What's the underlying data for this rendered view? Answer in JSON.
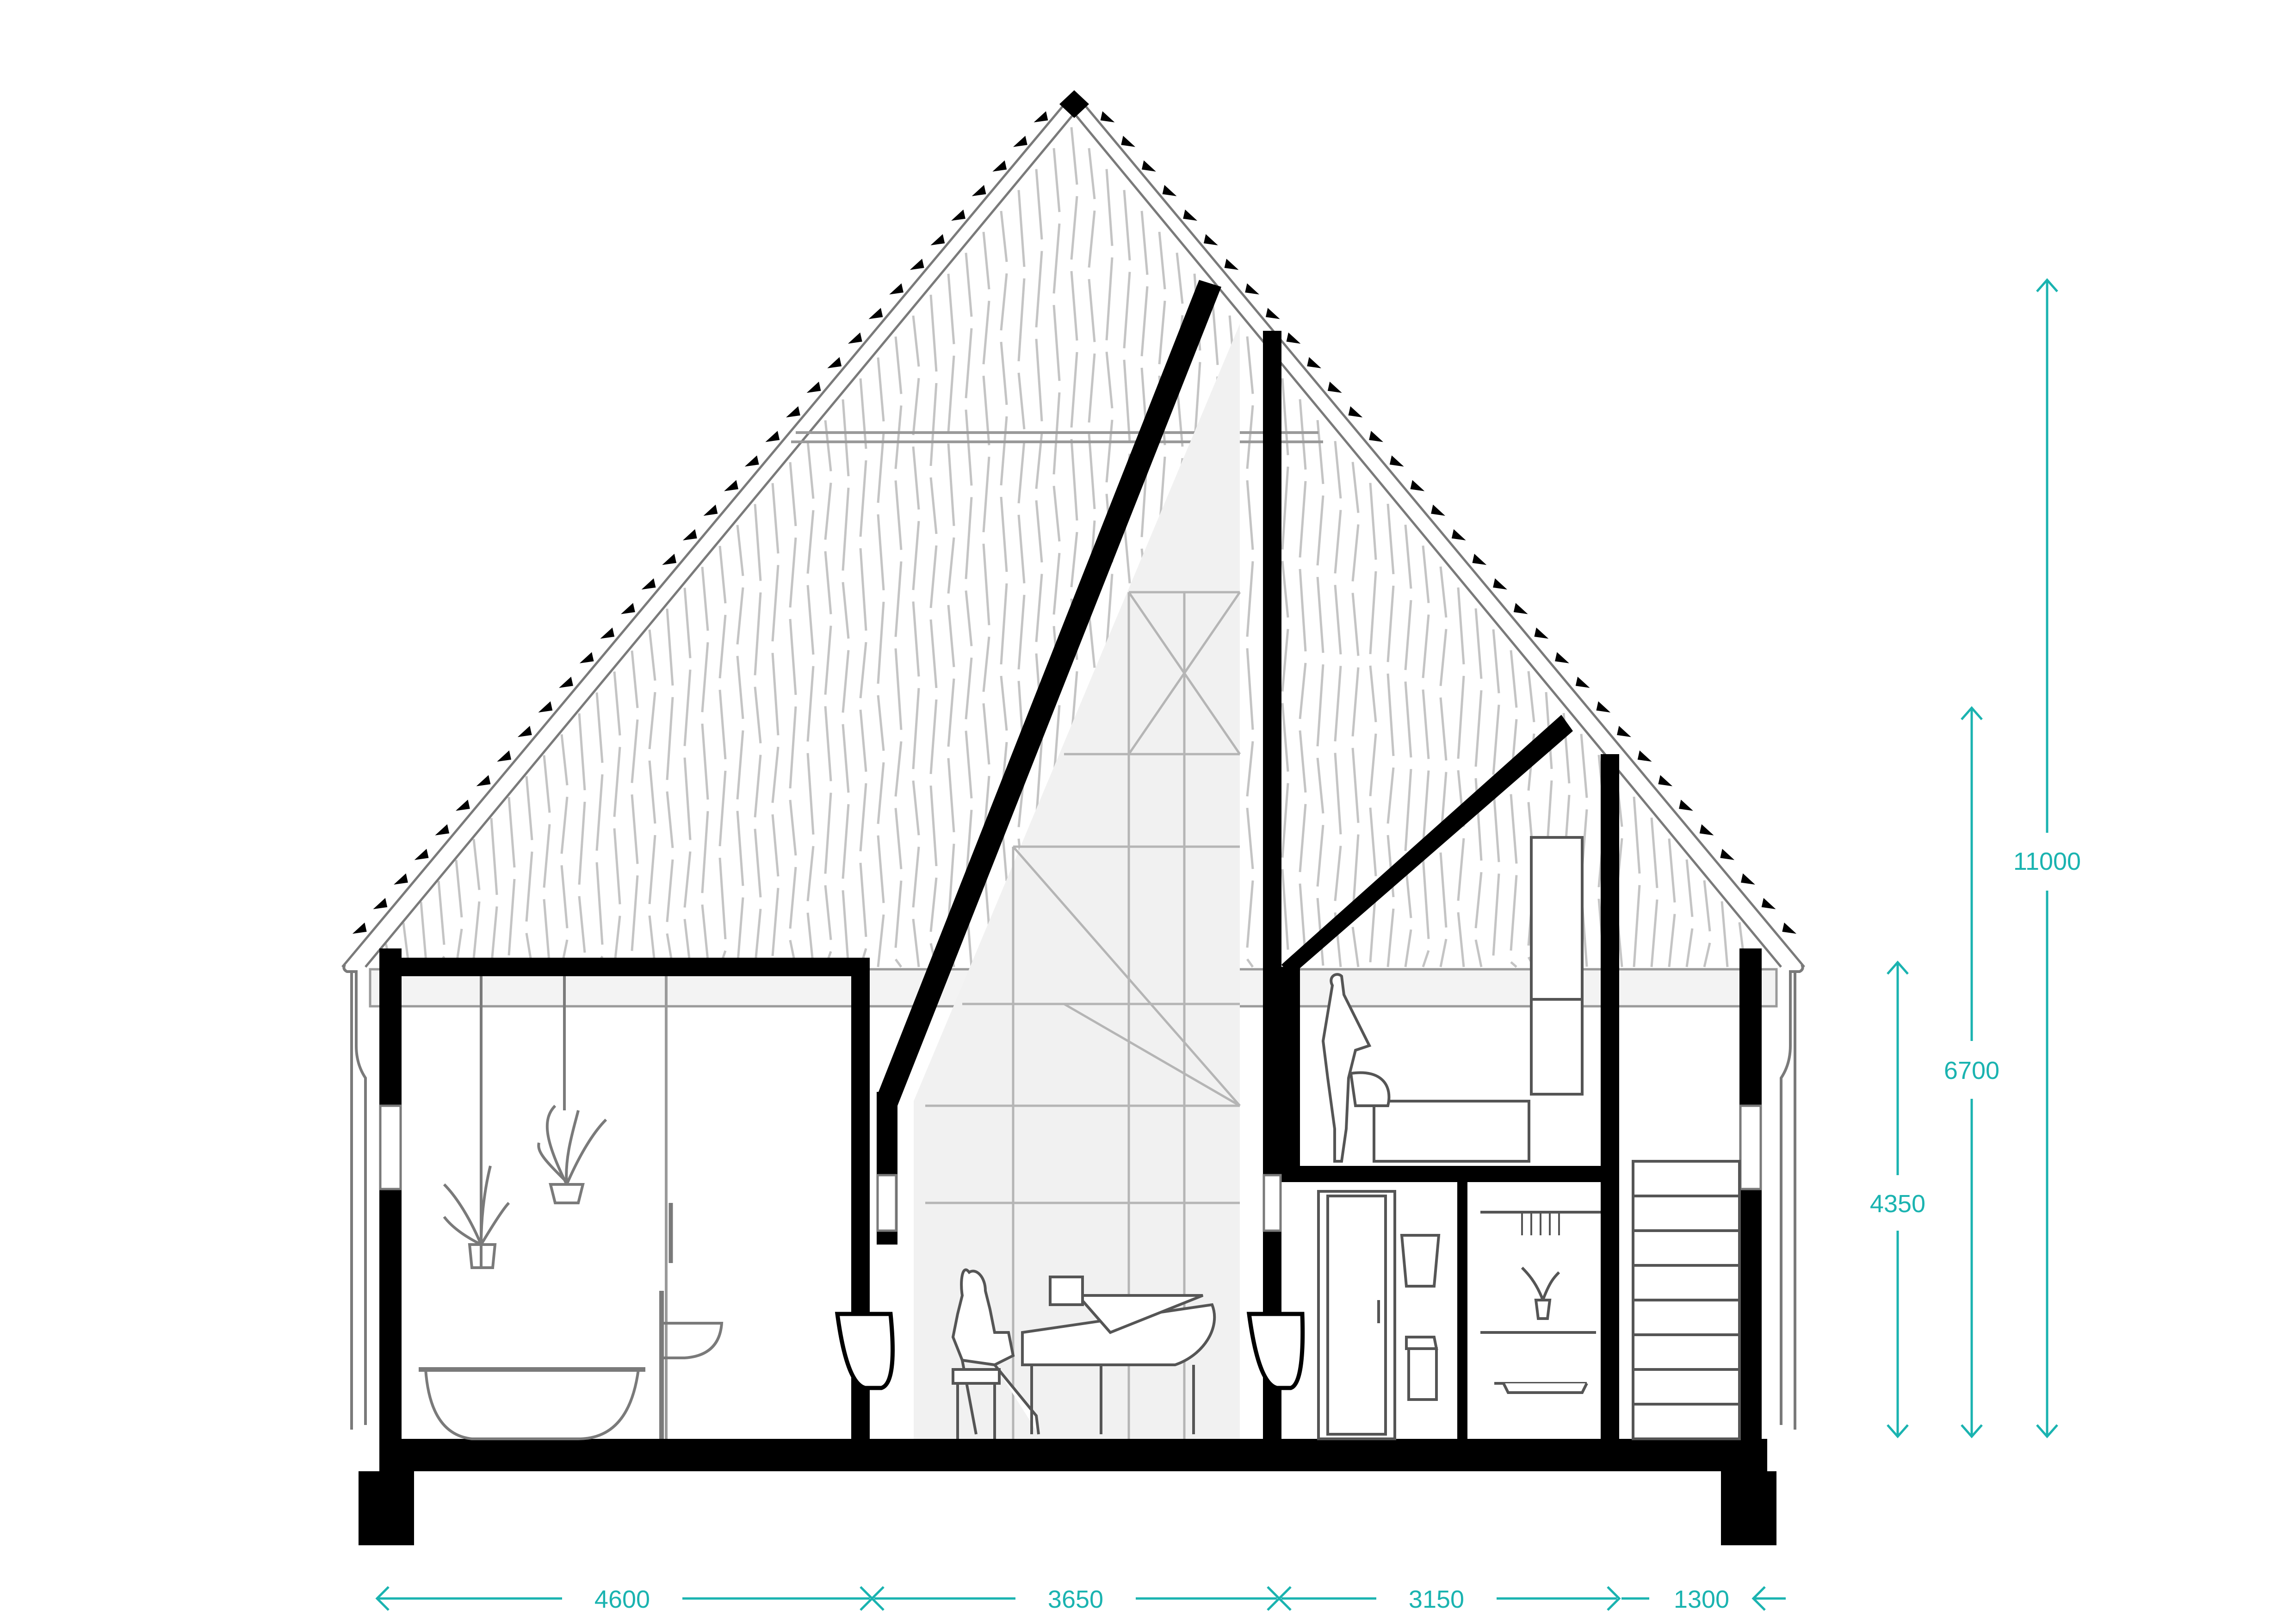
{
  "colors": {
    "ink": "#000000",
    "line": "#7a7a7a",
    "lightline": "#c4c4c4",
    "dimension": "#1ab3b0",
    "background": "#ffffff"
  },
  "horizontal_dimensions": [
    {
      "label": "4600"
    },
    {
      "label": "3650"
    },
    {
      "label": "3150"
    },
    {
      "label": "1300"
    }
  ],
  "vertical_dimensions": [
    {
      "label": "4350"
    },
    {
      "label": "6700"
    },
    {
      "label": "11000"
    }
  ],
  "figures": [
    "woman-at-piano",
    "grand-piano",
    "woman-in-bedroom",
    "bathtub",
    "sink",
    "hanging-plant",
    "potted-plant",
    "wardrobe",
    "kitchen-shelf"
  ]
}
